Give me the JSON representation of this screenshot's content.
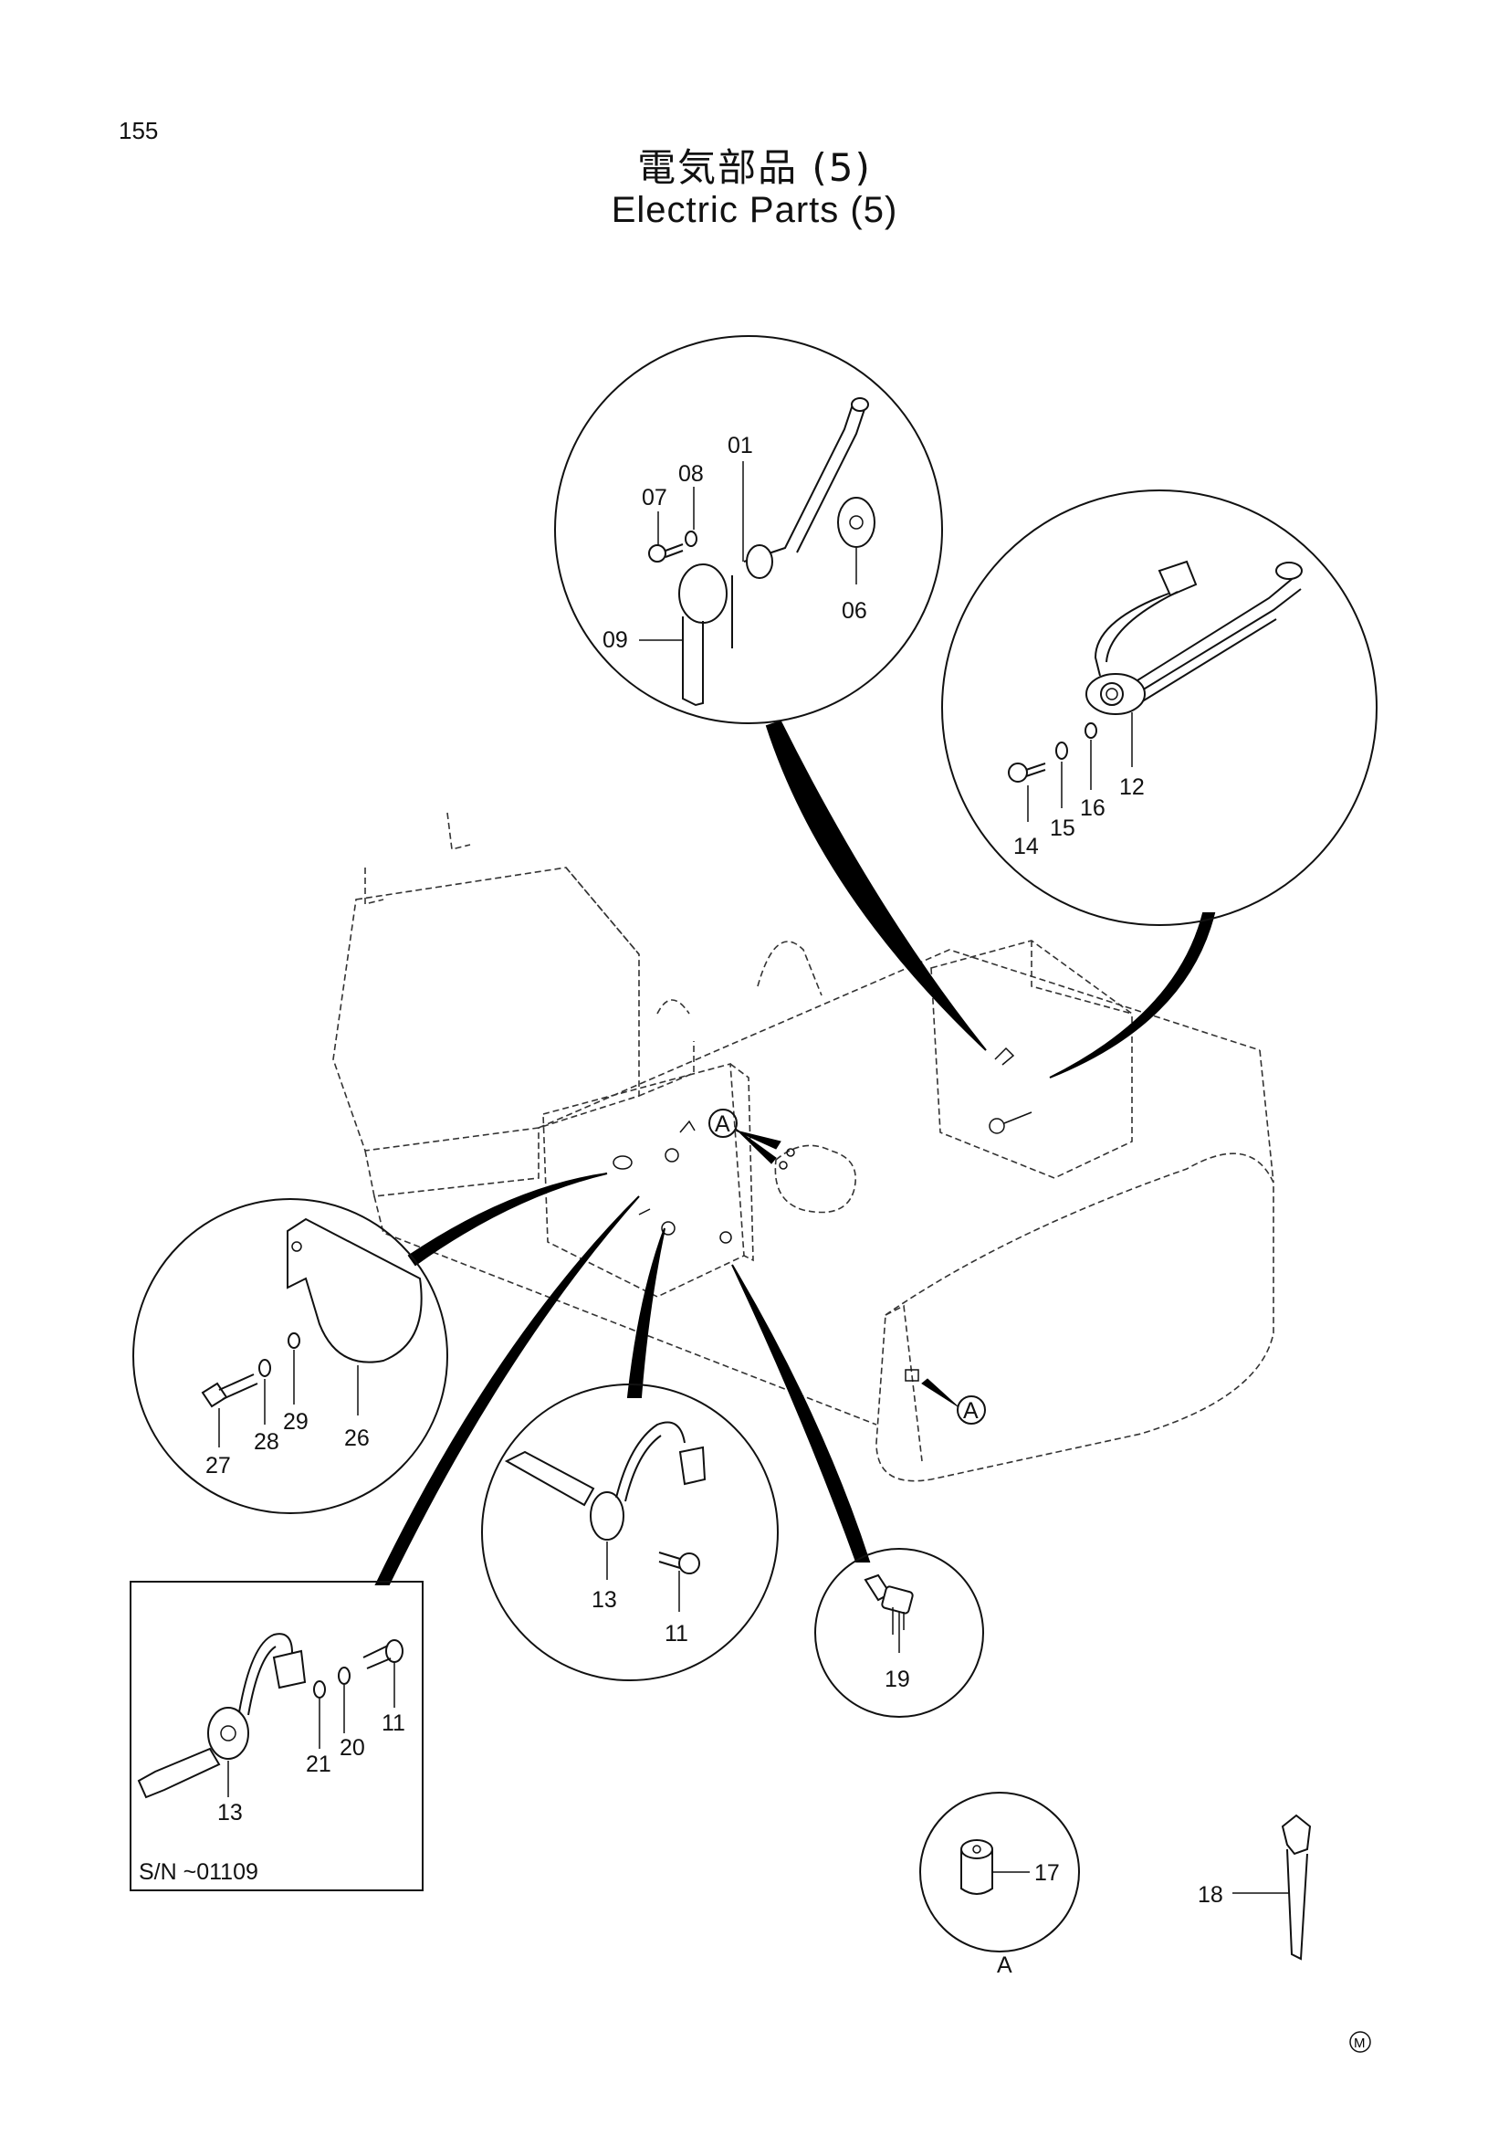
{
  "page": {
    "number": "155",
    "title_jp": "電気部品 (5)",
    "title_en": "Electric Parts (5)",
    "mark": "M"
  },
  "callouts": {
    "p01": "01",
    "p06": "06",
    "p07": "07",
    "p08": "08",
    "p09": "09",
    "p11a": "11",
    "p11b": "11",
    "p12": "12",
    "p13a": "13",
    "p13b": "13",
    "p14": "14",
    "p15": "15",
    "p16": "16",
    "p17": "17",
    "p18": "18",
    "p19": "19",
    "p20": "20",
    "p21": "21",
    "p26": "26",
    "p27": "27",
    "p28": "28",
    "p29": "29"
  },
  "detail_marks": {
    "a1": "A",
    "a2": "A",
    "a3": "A"
  },
  "serial_box": {
    "label": "S/N ~01109"
  }
}
